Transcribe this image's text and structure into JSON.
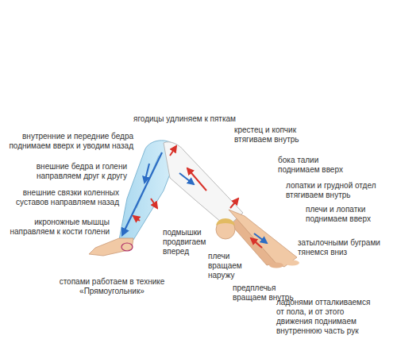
{
  "diagram": {
    "labels": [
      "ягодицы удлиняем к пяткам",
      "крестец и копчик втягиваем внутрь",
      "внутренние и передние бедра поднимаем вверх и уводим назад",
      "бока талии поднимаем вверх",
      "внешние бедра и голени направляем друг к другу",
      "лопатки и грудной отдел втягиваем внутрь",
      "внешние связки коленных суставов направляем назад",
      "плечи и лопатки поднимаем вверх",
      "икроножные мышцы направляем к кости голени",
      "подмышки продвигаем вперед",
      "затылочными буграми тянемся вниз",
      "плечи вращаем наружу",
      "стопами работаем в технике «Прямоугольник»",
      "предплечья вращаем внутрь",
      "ладонями отталкиваемся от пола, и от этого движения поднимаем внутреннюю часть рук"
    ]
  }
}
